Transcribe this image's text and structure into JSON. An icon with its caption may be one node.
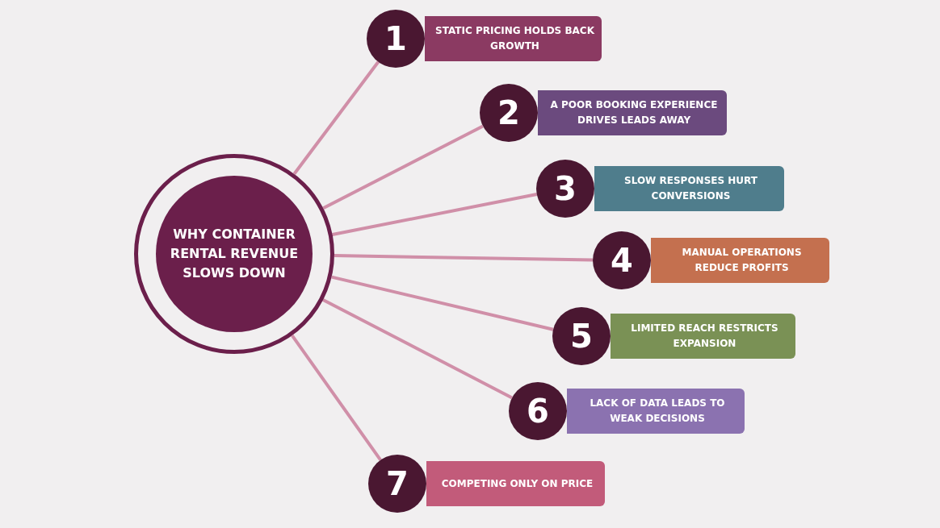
{
  "diagram": {
    "nodes": [
      {
        "text": [
          "WHY CONTAINER RENTAL REVENUE SLOWS DOWN"
        ]
      },
      {
        "text": [
          "1"
        ]
      },
      {
        "text": [
          "STATIC PRICING HOLDS BACK GROWTH"
        ]
      },
      {
        "text": [
          "2"
        ]
      },
      {
        "text": [
          "A POOR BOOKING EXPERIENCE DRIVES LEADS AWAY"
        ]
      },
      {
        "text": [
          "3"
        ]
      },
      {
        "text": [
          "SLOW RESPONSES HURT CONVERSIONS"
        ]
      },
      {
        "text": [
          "4"
        ]
      },
      {
        "text": [
          "MANUAL OPERATIONS REDUCE PROFITS"
        ]
      },
      {
        "text": [
          "5"
        ]
      },
      {
        "text": [
          "LIMITED REACH RESTRICTS EXPANSION"
        ]
      },
      {
        "text": [
          "6"
        ]
      },
      {
        "text": [
          "LACK OF DATA LEADS TO WEAK DECISIONS"
        ]
      },
      {
        "text": [
          "7"
        ]
      },
      {
        "text": [
          "COMPETING ONLY ON PRICE"
        ]
      }
    ],
    "edges": [
      {
        "from": 0,
        "to": 1,
        "arrow": "none"
      },
      {
        "from": 0,
        "to": 3,
        "arrow": "none"
      },
      {
        "from": 0,
        "to": 5,
        "arrow": "none"
      },
      {
        "from": 0,
        "to": 7,
        "arrow": "none"
      },
      {
        "from": 0,
        "to": 9,
        "arrow": "none"
      },
      {
        "from": 0,
        "to": 11,
        "arrow": "none"
      },
      {
        "from": 0,
        "to": 13,
        "arrow": "none"
      }
    ]
  }
}
